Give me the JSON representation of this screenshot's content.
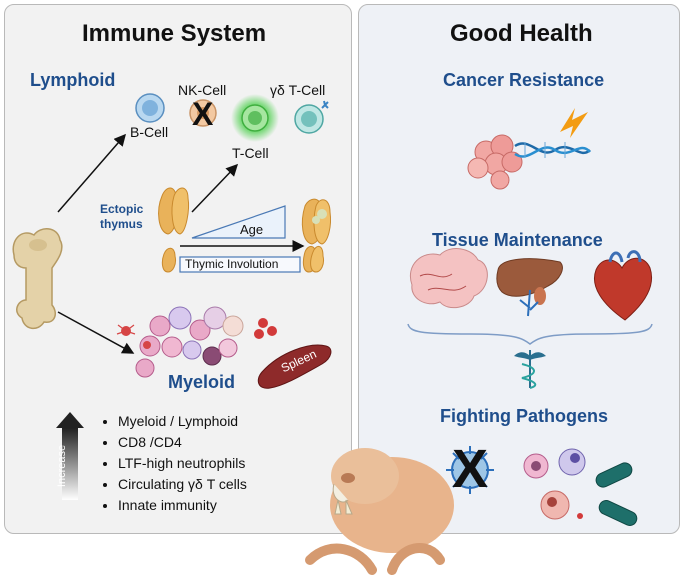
{
  "left": {
    "title": "Immune System",
    "lymphoid": "Lymphoid",
    "cells": {
      "b_cell": "B-Cell",
      "nk_cell": "NK-Cell",
      "t_cell": "T-Cell",
      "gd_t_cell": "γδ T-Cell",
      "x_mark": "X"
    },
    "ectopic": {
      "line1": "Ectopic",
      "line2": "thymus"
    },
    "age": "Age",
    "thymic_involution": "Thymic Involution",
    "myeloid": "Myeloid",
    "spleen": "Spleen",
    "increase": "Increase",
    "bullets": [
      "Myeloid / Lymphoid",
      "CD8 /CD4",
      "LTF-high neutrophils",
      "Circulating γδ T cells",
      "Innate immunity"
    ]
  },
  "right": {
    "title": "Good Health",
    "cancer": "Cancer Resistance",
    "tissue": "Tissue Maintenance",
    "pathogens": "Fighting Pathogens",
    "x_mark": "X"
  },
  "colors": {
    "heading_blue": "#1f4e8c",
    "left_panel_bg": "#f2f2f2",
    "right_panel_bg": "#eef1f6",
    "t_cell_glow": "#5fd35f",
    "myeloid_pink": "#e9a9c8"
  },
  "icons": [
    "bone-icon",
    "thymus-icon",
    "b-cell-icon",
    "nk-cell-icon",
    "t-cell-icon",
    "gd-t-cell-icon",
    "spleen-icon",
    "tumor-icon",
    "dna-icon",
    "lightning-icon",
    "brain-icon",
    "liver-icon",
    "heart-icon",
    "caduceus-icon",
    "virus-icon",
    "bacteria-icon",
    "naked-mole-rat-icon"
  ]
}
